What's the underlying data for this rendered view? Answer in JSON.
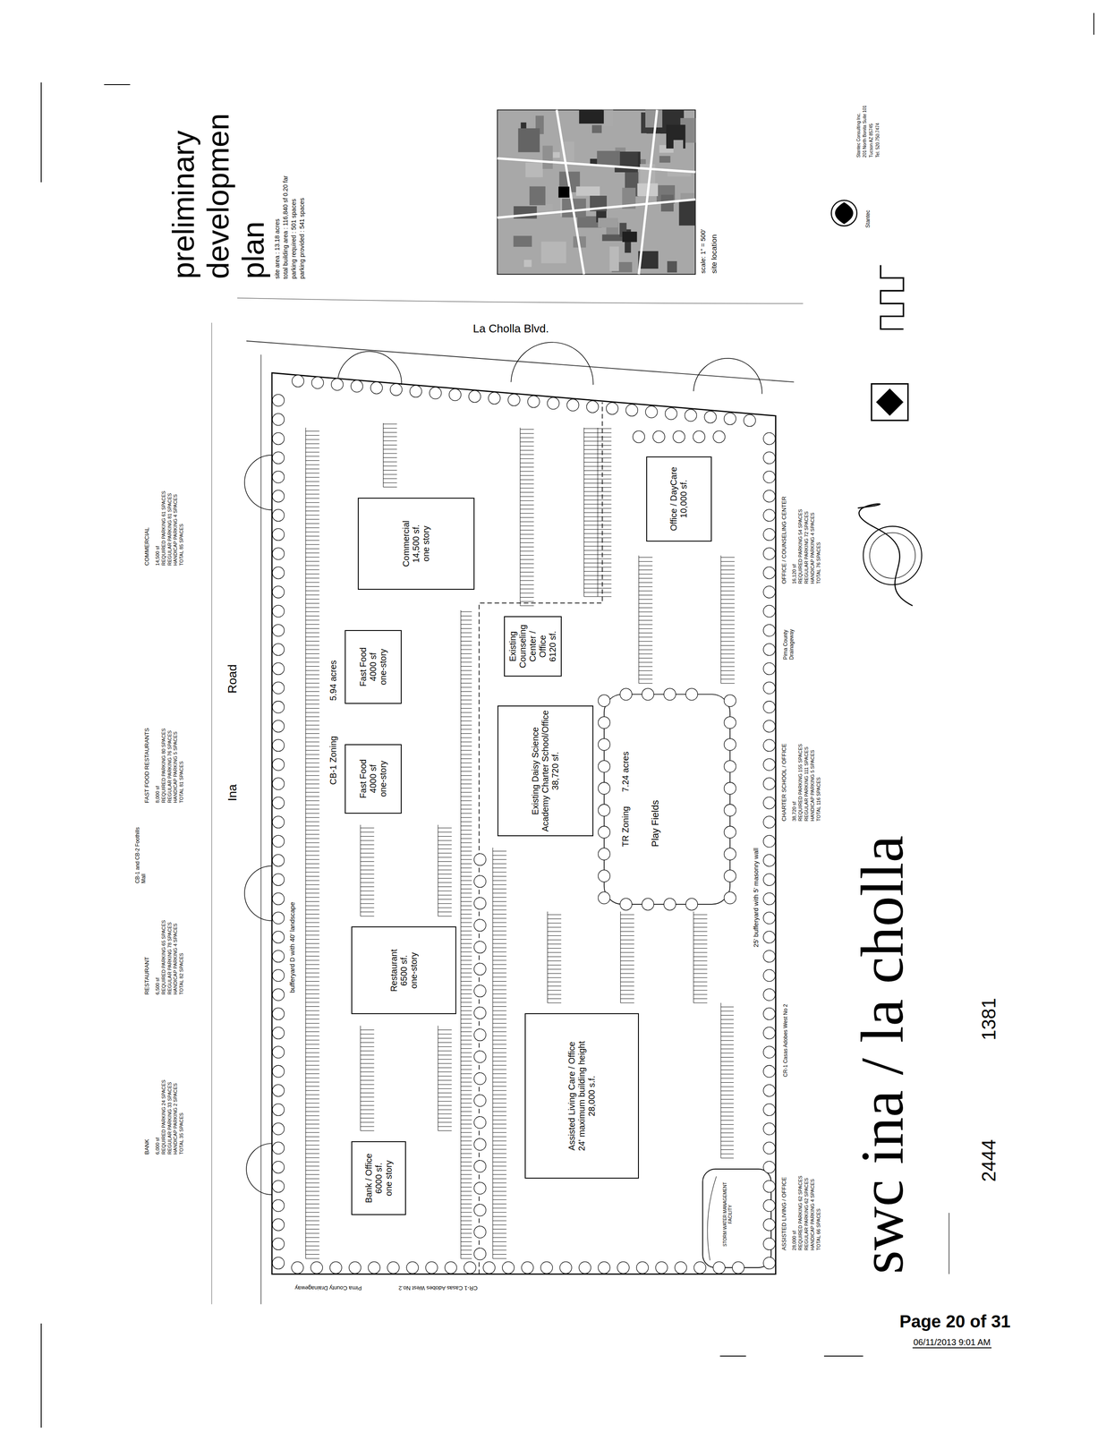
{
  "diagram": {
    "title": "swc ina / la cholla",
    "nodes": [
      {
        "text": [
          "Commercial",
          "14,500 sf.",
          "one story"
        ]
      },
      {
        "text": [
          "Fast Food",
          "4000 sf",
          "one-story"
        ]
      },
      {
        "text": [
          "Fast Food",
          "4000 sf",
          "one-story"
        ]
      },
      {
        "text": [
          "Restaurant",
          "6500 sf.",
          "one-story"
        ]
      },
      {
        "text": [
          "Bank / Office",
          "6000 sf.",
          "one story"
        ]
      },
      {
        "text": [
          "Existing Counseling Center / Office",
          "6120 sf."
        ]
      },
      {
        "text": [
          "Existing Daisy Science Academy Charter School/Office",
          "38,720 sf."
        ]
      },
      {
        "text": [
          "Office / DayCare",
          "10,000 sf."
        ]
      },
      {
        "text": [
          "Assisted Living Care / Office",
          "24' maximum building height",
          "28,000 s.f."
        ]
      }
    ],
    "labels": [
      "preliminary developmen plan",
      "site area : 13.18 acres",
      "total building area : 116,840 sf 0.20 far",
      "parking required : 501 spaces",
      "parking provided : 541 spaces",
      "scale: 1\" = 500'",
      "site location",
      "Ina",
      "Road",
      "La Cholla Blvd.",
      "CB-1 Zoning",
      "5.94 acres",
      "TR Zoning",
      "7.24 acres",
      "Play Fields",
      "bufferyard D with 40' landscape",
      "25' bufferyard with 5' masonry wall",
      "Pima County Drainageway",
      "Pima County Drainageway",
      "CR-1 Casas Adobes West No.2",
      "CR-1 Casas Adobes West No 2",
      "STORM WATER MANAGEMENT FACILITY",
      "CB-1 and CB-2 Foothills Mall",
      "BANK",
      "6,000 sf",
      "REQUIRED PARKING 24 SPACES",
      "REGULAR PARKING 33 SPACES",
      "HANDICAP PARKING 2 SPACES",
      "TOTAL 35 SPACES",
      "RESTAURANT",
      "6,500 sf",
      "REQUIRED PARKING 65 SPACES",
      "REGULAR PARKING 78 SPACES",
      "HANDICAP PARKING 4 SPACES",
      "TOTAL 82 SPACES",
      "FAST FOOD RESTAURANTS",
      "8,000 sf",
      "REQUIRED PARKING 80 SPACES",
      "REGULAR PARKING 76 SPACES",
      "HANDICAP PARKING 5 SPACES",
      "TOTAL 81 SPACES",
      "COMMERCIAL",
      "14,500 sf",
      "REQUIRED PARKING 61 SPACES",
      "REGULAR PARKING 81 SPACES",
      "HANDICAP PARKING 4 SPACES",
      "TOTAL 85 SPACES",
      "OFFICE / COUNSELING CENTER",
      "16,120 sf",
      "REQUIRED PARKING 54 SPACES",
      "REGULAR PARKING 72 SPACES",
      "HANDICAP PARKING 4 SPACES",
      "TOTAL 76 SPACES",
      "CHARTER SCHOOL / OFFICE",
      "38,720 sf",
      "REQUIRED PARKING 155 SPACES",
      "REGULAR PARKING 111 SPACES",
      "HANDICAP PARKING 5 SPACES",
      "TOTAL 116 SPACES",
      "ASSISTED LIVING / OFFICE",
      "28,000 sf",
      "REQUIRED PARKING 62 SPACES",
      "REGULAR PARKING 62 SPACES",
      "HANDICAP PARKING 4 SPACES",
      "TOTAL 66 SPACES",
      "Stantec",
      "Stantec Consulting Inc.",
      "201 North Bonita Suite 101",
      "Tucson AZ 85745",
      "Tel. 520.750.7474",
      "1381",
      "2444",
      "Page 20 of 31",
      "06/11/2013 9:01 AM"
    ]
  }
}
